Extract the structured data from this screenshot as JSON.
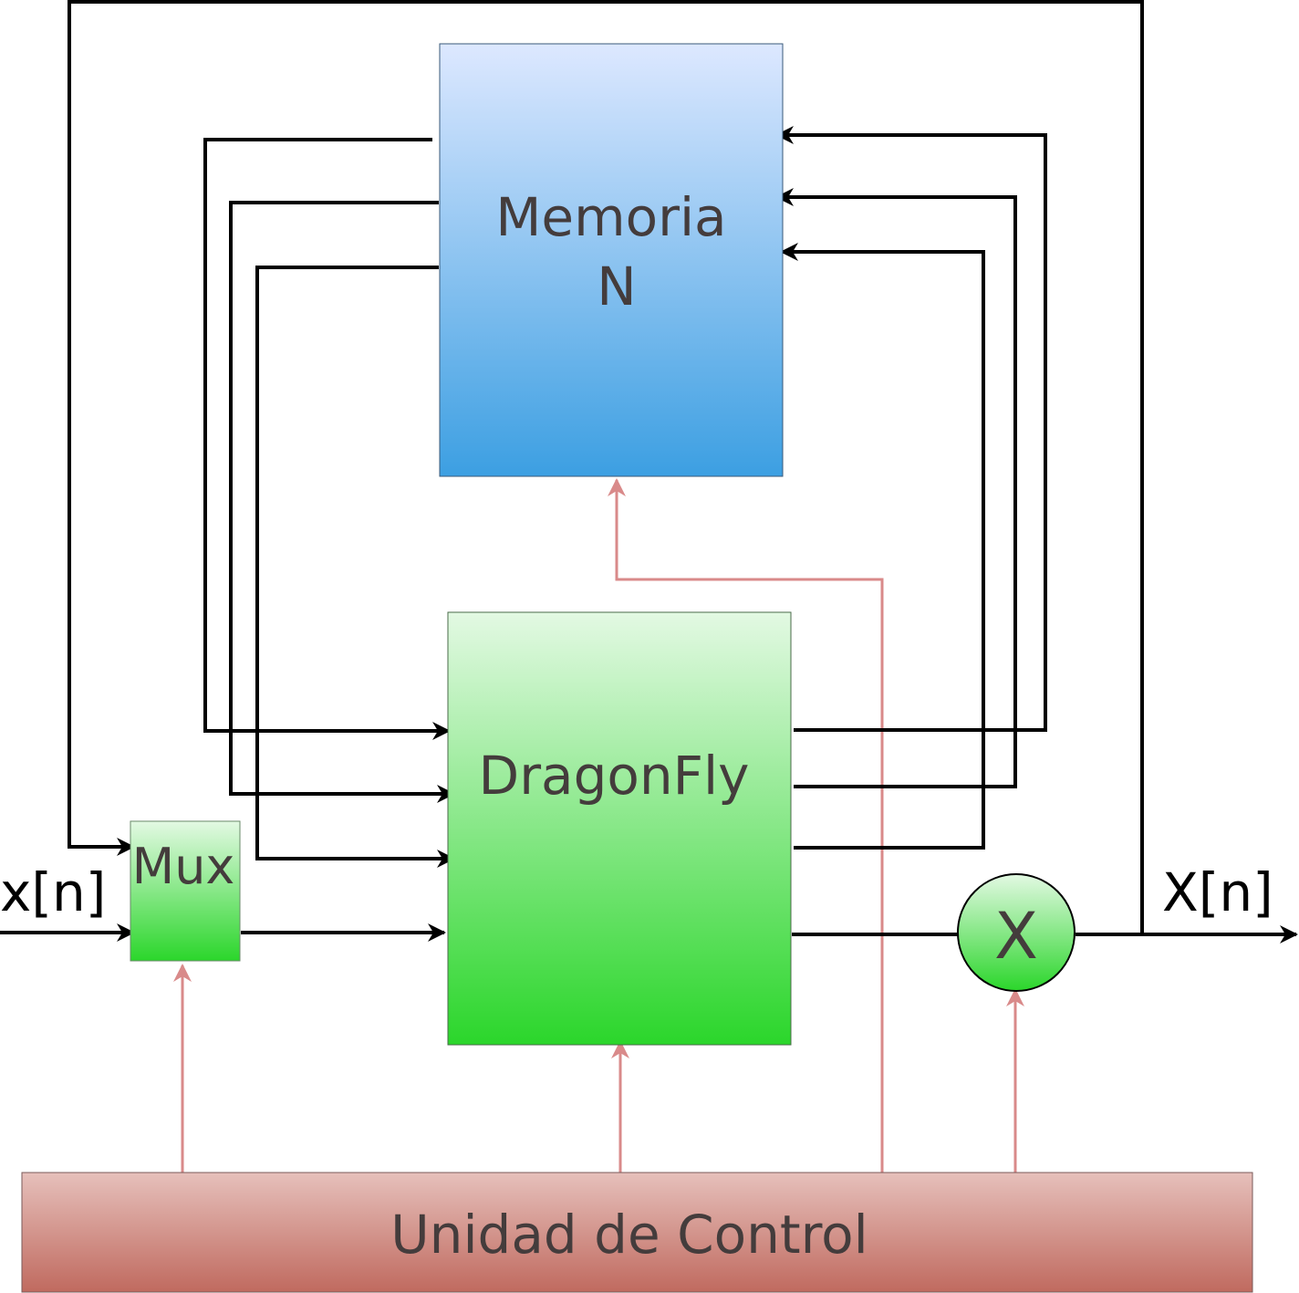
{
  "blocks": {
    "memory": {
      "line1": "Memoria",
      "line2": "N"
    },
    "dragonfly": {
      "label": "DragonFly"
    },
    "mux": {
      "label": "Mux"
    },
    "multiplier": {
      "label": "X"
    },
    "control": {
      "label": "Unidad de Control"
    }
  },
  "signals": {
    "input": "x[n]",
    "output": "X[n]"
  },
  "colors": {
    "data_wire": "#000000",
    "control_wire": "#d98a8a",
    "memory_top": "#dde8ff",
    "memory_bottom": "#3c9fe2",
    "green_top": "#e3f9e3",
    "green_bottom": "#2bd62b",
    "control_top": "#e6c0bb",
    "control_bottom": "#c06a5f",
    "label_text": "#443c3c"
  }
}
